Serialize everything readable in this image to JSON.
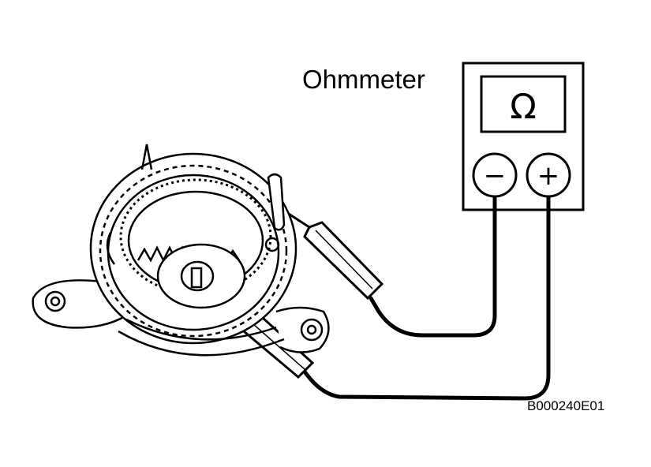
{
  "diagram": {
    "title": "Ohmmeter",
    "figure_code": "B000240E01",
    "meter": {
      "display_symbol": "Ω",
      "negative_terminal": "−",
      "positive_terminal": "+"
    },
    "colors": {
      "ink": "#000000",
      "paper": "#ffffff"
    }
  }
}
